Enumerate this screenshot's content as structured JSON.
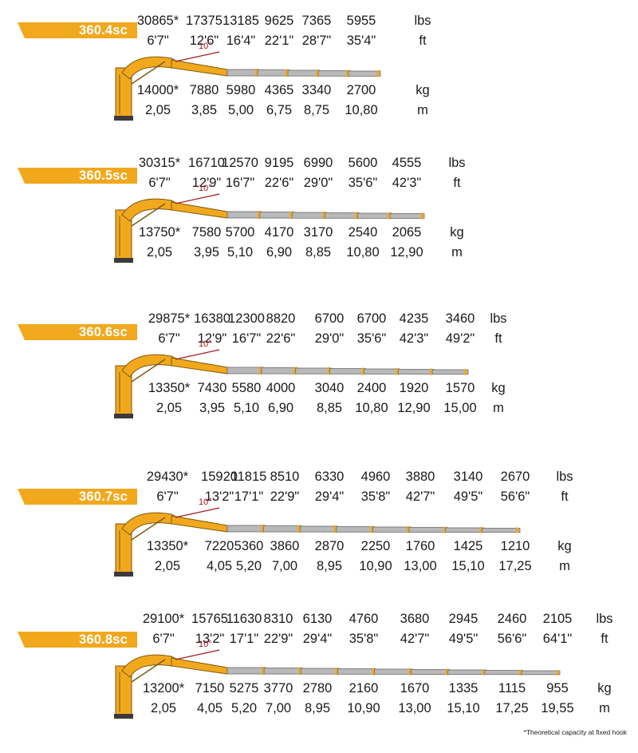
{
  "models": [
    {
      "name": "360.4sc",
      "lbs": [
        "30865*",
        "17375",
        "13185",
        "9625",
        "7365",
        "5955"
      ],
      "ft": [
        "6'7\"",
        "12'6\"",
        "16'4\"",
        "22'1\"",
        "28'7\"",
        "35'4\""
      ],
      "kg": [
        "14000*",
        "7880",
        "5980",
        "4365",
        "3340",
        "2700"
      ],
      "m": [
        "2,05",
        "3,85",
        "5,00",
        "6,75",
        "8,75",
        "10,80"
      ],
      "angle": "10°",
      "unit_lbs": "lbs",
      "unit_ft": "ft",
      "unit_kg": "kg",
      "unit_m": "m"
    },
    {
      "name": "360.5sc",
      "lbs": [
        "30315*",
        "16710",
        "12570",
        "9195",
        "6990",
        "5600",
        "4555"
      ],
      "ft": [
        "6'7\"",
        "12'9\"",
        "16'7\"",
        "22'6\"",
        "29'0\"",
        "35'6\"",
        "42'3\""
      ],
      "kg": [
        "13750*",
        "7580",
        "5700",
        "4170",
        "3170",
        "2540",
        "2065"
      ],
      "m": [
        "2,05",
        "3,95",
        "5,10",
        "6,90",
        "8,85",
        "10,80",
        "12,90"
      ],
      "angle": "10°",
      "unit_lbs": "lbs",
      "unit_ft": "ft",
      "unit_kg": "kg",
      "unit_m": "m"
    },
    {
      "name": "360.6sc",
      "lbs": [
        "29875*",
        "16380",
        "12300",
        "8820",
        "6700",
        "6700",
        "4235",
        "3460"
      ],
      "ft": [
        "6'7\"",
        "12'9\"",
        "16'7\"",
        "22'6\"",
        "29'0\"",
        "35'6\"",
        "42'3\"",
        "49'2\""
      ],
      "kg": [
        "13350*",
        "7430",
        "5580",
        "4000",
        "3040",
        "2400",
        "1920",
        "1570"
      ],
      "m": [
        "2,05",
        "3,95",
        "5,10",
        "6,90",
        "8,85",
        "10,80",
        "12,90",
        "15,00"
      ],
      "angle": "10°",
      "unit_lbs": "lbs",
      "unit_ft": "ft",
      "unit_kg": "kg",
      "unit_m": "m"
    },
    {
      "name": "360.7sc",
      "lbs": [
        "29430*",
        "15920",
        "11815",
        "8510",
        "6330",
        "4960",
        "3880",
        "3140",
        "2670"
      ],
      "ft": [
        "6'7\"",
        "13'2\"",
        "17'1\"",
        "22'9\"",
        "29'4\"",
        "35'8\"",
        "42'7\"",
        "49'5\"",
        "56'6\""
      ],
      "kg": [
        "13350*",
        "7220",
        "5360",
        "3860",
        "2870",
        "2250",
        "1760",
        "1425",
        "1210"
      ],
      "m": [
        "2,05",
        "4,05",
        "5,20",
        "7,00",
        "8,95",
        "10,90",
        "13,00",
        "15,10",
        "17,25"
      ],
      "angle": "10°",
      "unit_lbs": "lbs",
      "unit_ft": "ft",
      "unit_kg": "kg",
      "unit_m": "m"
    },
    {
      "name": "360.8sc",
      "lbs": [
        "29100*",
        "15765",
        "11630",
        "8310",
        "6130",
        "4760",
        "3680",
        "2945",
        "2460",
        "2105"
      ],
      "ft": [
        "6'7\"",
        "13'2\"",
        "17'1\"",
        "22'9\"",
        "29'4\"",
        "35'8\"",
        "42'7\"",
        "49'5\"",
        "56'6\"",
        "64'1\""
      ],
      "kg": [
        "13200*",
        "7150",
        "5275",
        "3770",
        "2780",
        "2160",
        "1670",
        "1335",
        "1115",
        "955"
      ],
      "m": [
        "2,05",
        "4,05",
        "5,20",
        "7,00",
        "8,95",
        "10,90",
        "13,00",
        "15,10",
        "17,25",
        "19,55"
      ],
      "angle": "10°",
      "unit_lbs": "lbs",
      "unit_ft": "ft",
      "unit_kg": "kg",
      "unit_m": "m"
    }
  ],
  "footnote": "*Theoretical capacity at fixed hook",
  "colors": {
    "accent": "#f2a81d",
    "angle": "#a3191f",
    "boom": "#b9b9b9"
  }
}
